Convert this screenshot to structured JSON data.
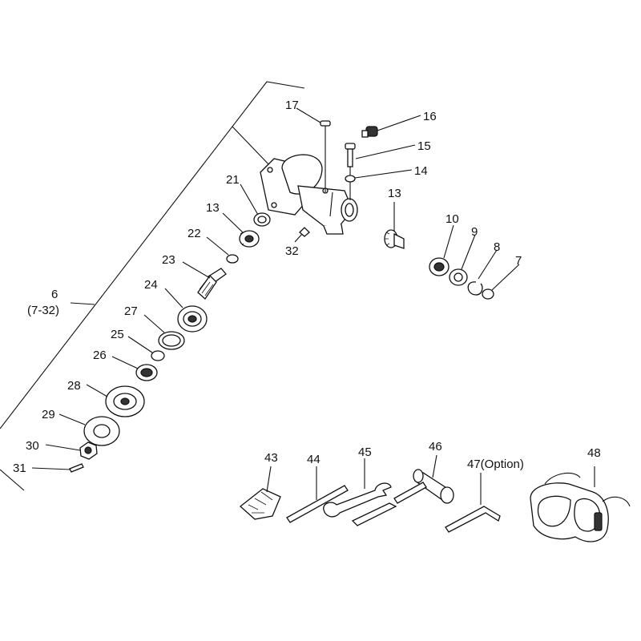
{
  "labels": {
    "p6": "6",
    "p6_range": "(7-32)",
    "p7": "7",
    "p8": "8",
    "p9": "9",
    "p10": "10",
    "p13a": "13",
    "p13b": "13",
    "p14": "14",
    "p15": "15",
    "p16": "16",
    "p17": "17",
    "p21": "21",
    "p22": "22",
    "p23": "23",
    "p24": "24",
    "p25": "25",
    "p26": "26",
    "p27": "27",
    "p28": "28",
    "p29": "29",
    "p30": "30",
    "p31": "31",
    "p32": "32",
    "p43": "43",
    "p44": "44",
    "p45": "45",
    "p46": "46",
    "p47": "47(Option)",
    "p48": "48"
  },
  "icons": {
    "gearcase": "gear-case-housing",
    "bearing": "ball-bearing",
    "ring": "snap-ring",
    "goggles": "safety-goggles",
    "wrench": "open-end-wrench",
    "hex_key": "hex-key"
  },
  "colors": {
    "line": "#111111",
    "background": "#ffffff"
  }
}
